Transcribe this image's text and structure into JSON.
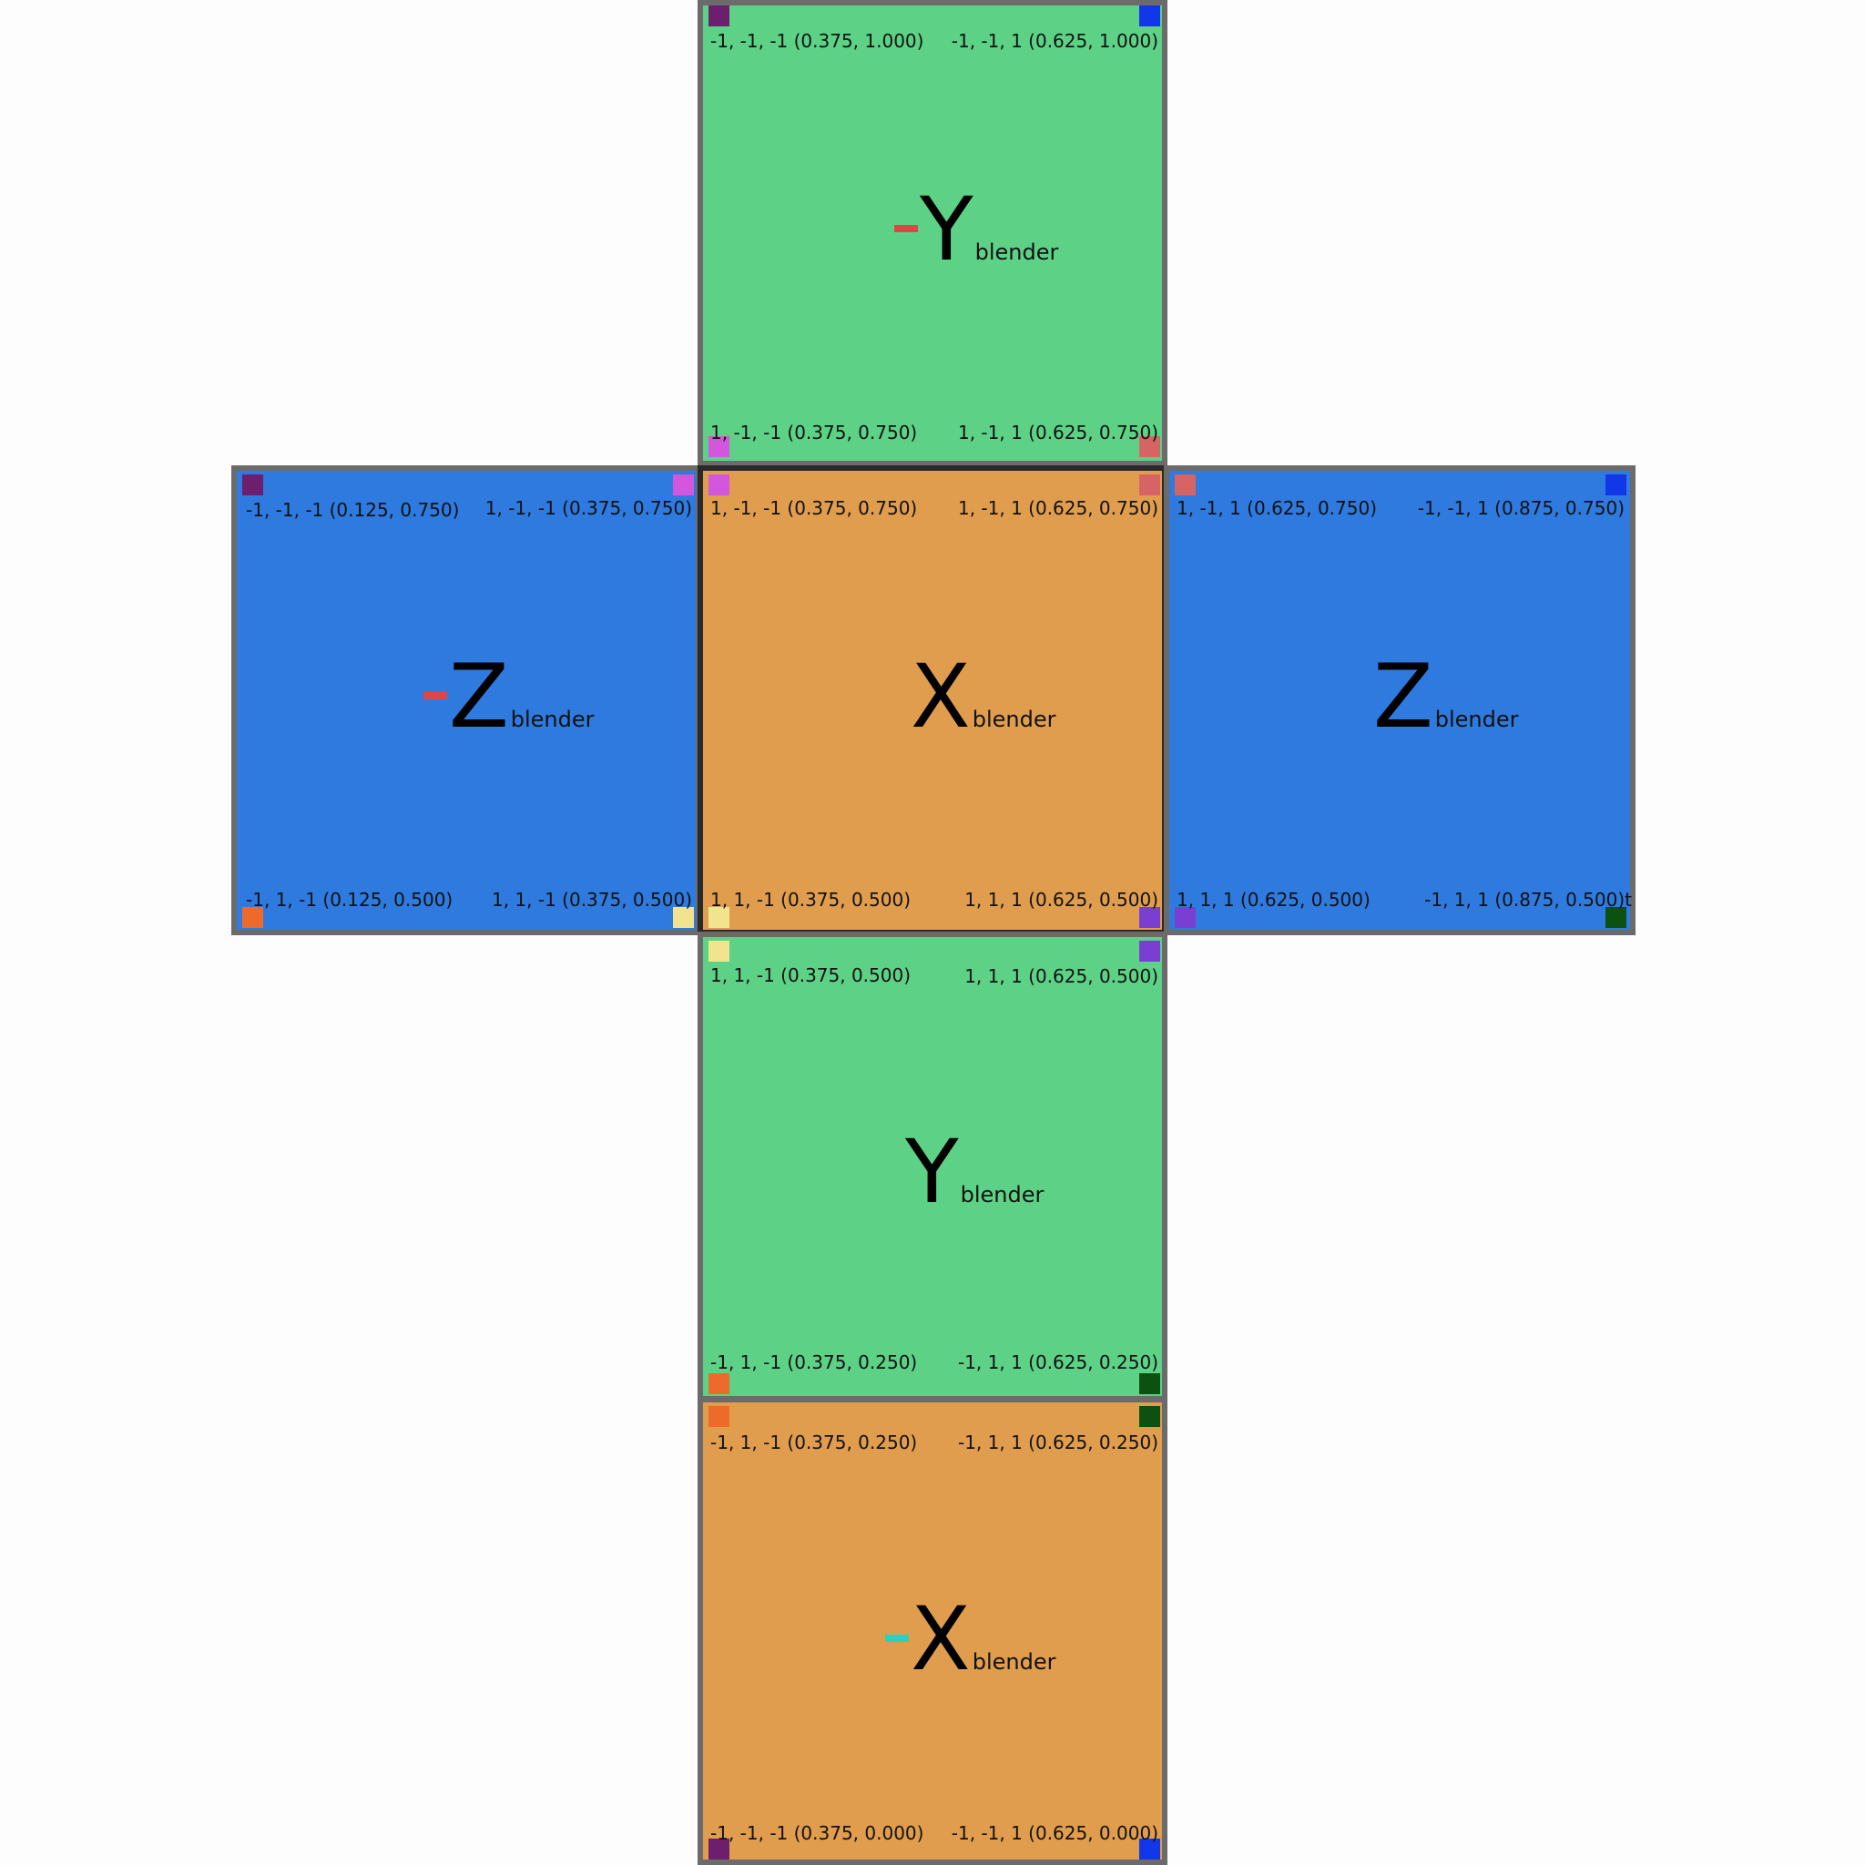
{
  "colors": {
    "green": "#5dd287",
    "orange": "#e09d4e",
    "blue": "#2e7adf",
    "purple_dark": "#6d1f6e",
    "blue_bright": "#1237e8",
    "magenta": "#d357dd",
    "rose": "#d66464",
    "orange_red": "#ee6a2a",
    "yellow_pale": "#f2e38f",
    "violet": "#7b3ed3",
    "green_dark": "#0c5112",
    "dash_red": "#e04545",
    "dash_teal": "#2ecfc0"
  },
  "faces": {
    "neg_y": {
      "sign": "-",
      "axis": "Y",
      "sub": "blender",
      "labels": [
        "-1, -1, -1 (0.375, 1.000)",
        "-1, -1, 1 (0.625, 1.000)",
        "1, -1, -1 (0.375, 0.750)",
        "1, -1, 1 (0.625, 0.750)"
      ]
    },
    "neg_z": {
      "sign": "-",
      "axis": "Z",
      "sub": "blender",
      "labels": [
        "-1, -1, -1 (0.125, 0.750)",
        "1, -1, -1 (0.375, 0.750)",
        "-1, 1, -1 (0.125, 0.500)",
        "1, 1, -1 (0.375, 0.500)"
      ]
    },
    "pos_x": {
      "sign": "",
      "axis": "X",
      "sub": "blender",
      "labels": [
        "1, -1, -1 (0.375, 0.750)",
        "1, -1, 1 (0.625, 0.750)",
        "1, 1, -1 (0.375, 0.500)",
        "1, 1, 1 (0.625, 0.500)"
      ]
    },
    "pos_z": {
      "sign": "",
      "axis": "Z",
      "sub": "blender",
      "labels": [
        "1, -1, 1 (0.625, 0.750)",
        "-1, -1, 1 (0.875, 0.750)",
        "1, 1, 1 (0.625, 0.500)",
        "-1, 1, 1 (0.875, 0.500)t"
      ]
    },
    "pos_y": {
      "sign": "",
      "axis": "Y",
      "sub": "blender",
      "labels": [
        "1, 1, -1 (0.375, 0.500)",
        "1, 1, 1 (0.625, 0.500)",
        "-1, 1, -1 (0.375, 0.250)",
        "-1, 1, 1 (0.625, 0.250)"
      ]
    },
    "neg_x": {
      "sign": "-",
      "axis": "X",
      "sub": "blender",
      "labels": [
        "-1, 1, -1 (0.375, 0.250)",
        "-1, 1, 1 (0.625, 0.250)",
        "-1, -1, -1 (0.375, 0.000)",
        "-1, -1, 1 (0.625, 0.000)"
      ]
    }
  }
}
